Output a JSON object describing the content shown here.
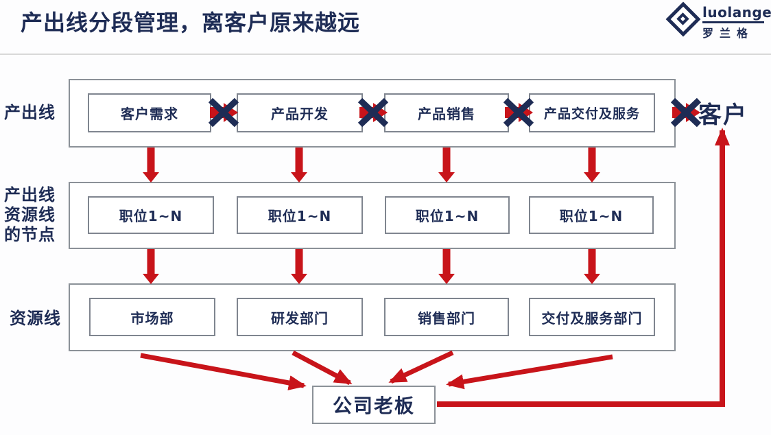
{
  "title": "产出线分段管理，离客户原来越远",
  "logo": {
    "brand": "luolanger",
    "brand_cn": "罗兰格"
  },
  "side_labels": [
    {
      "lines": [
        "产出线"
      ]
    },
    {
      "lines": [
        "产出线",
        "资源线",
        "的节点"
      ]
    },
    {
      "lines": [
        "资源线"
      ]
    }
  ],
  "rows": [
    {
      "name": "output-line",
      "boxes": [
        "客户需求",
        "产品开发",
        "产品销售",
        "产品交付及服务"
      ]
    },
    {
      "name": "node-line",
      "boxes": [
        "职位1~N",
        "职位1~N",
        "职位1~N",
        "职位1~N"
      ]
    },
    {
      "name": "resource-line",
      "boxes": [
        "市场部",
        "研发部门",
        "销售部门",
        "交付及服务部门"
      ]
    }
  ],
  "customer_label": "客户",
  "boss_label": "公司老板",
  "colors": {
    "navy": "#1e2c55",
    "red": "#c8141a",
    "box_border": "#7f858f",
    "lane_border": "#8b9198",
    "divider": "#d8d8d8"
  }
}
